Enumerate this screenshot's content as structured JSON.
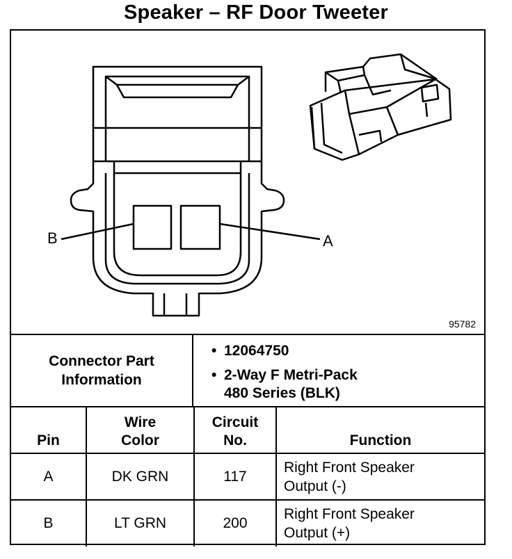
{
  "title": "Speaker – RF Door Tweeter",
  "figure_number": "95782",
  "pin_callouts": {
    "left": "B",
    "right": "A"
  },
  "connector_info": {
    "label_line1": "Connector Part",
    "label_line2": "Information",
    "items": [
      "12064750",
      "2-Way F Metri-Pack",
      "480 Series (BLK)"
    ]
  },
  "pin_table": {
    "headers": {
      "pin": "Pin",
      "wire_color_1": "Wire",
      "wire_color_2": "Color",
      "circuit_1": "Circuit",
      "circuit_2": "No.",
      "function": "Function"
    },
    "rows": [
      {
        "pin": "A",
        "wire_color": "DK GRN",
        "circuit": "117",
        "function_1": "Right Front Speaker",
        "function_2": "Output (-)"
      },
      {
        "pin": "B",
        "wire_color": "LT GRN",
        "circuit": "200",
        "function_1": "Right Front Speaker",
        "function_2": "Output (+)"
      }
    ]
  }
}
